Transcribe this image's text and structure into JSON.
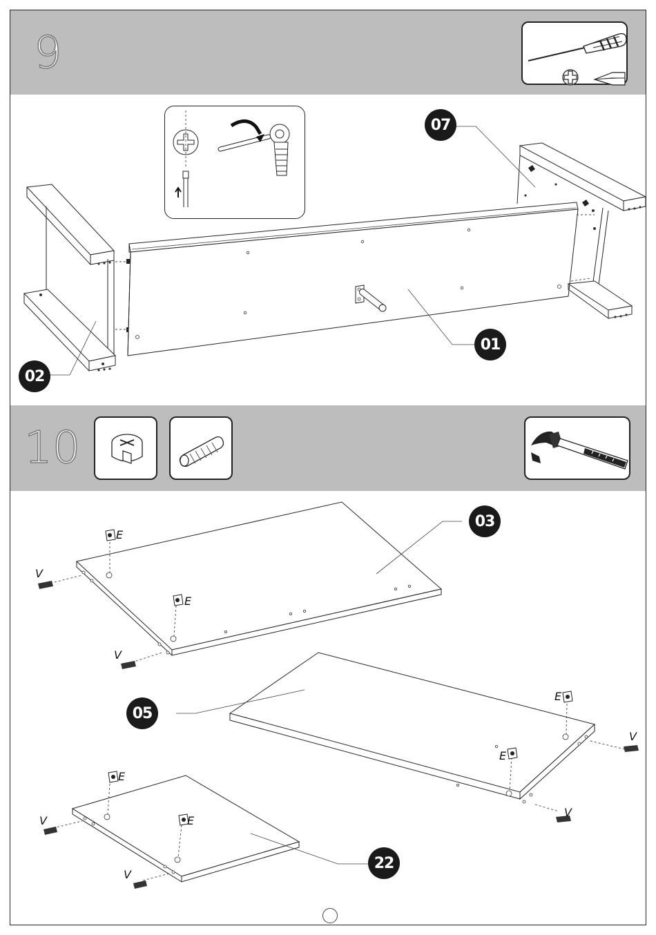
{
  "steps": [
    {
      "number": "9",
      "parts": [
        "07",
        "01",
        "02"
      ]
    },
    {
      "number": "10",
      "parts": [
        "03",
        "05",
        "22"
      ],
      "hardware_labels": {
        "cam": "E",
        "dowel": "V"
      }
    }
  ],
  "icons": {
    "step9_tools": [
      "screwdriver-icon",
      "phillips-head-icon",
      "flat-head-icon"
    ],
    "step9_inset": "cam-lock-tightening-inset",
    "step10_hardware": [
      "cam-lock-icon",
      "wooden-dowel-icon"
    ],
    "step10_tool": "hammer-icon"
  }
}
